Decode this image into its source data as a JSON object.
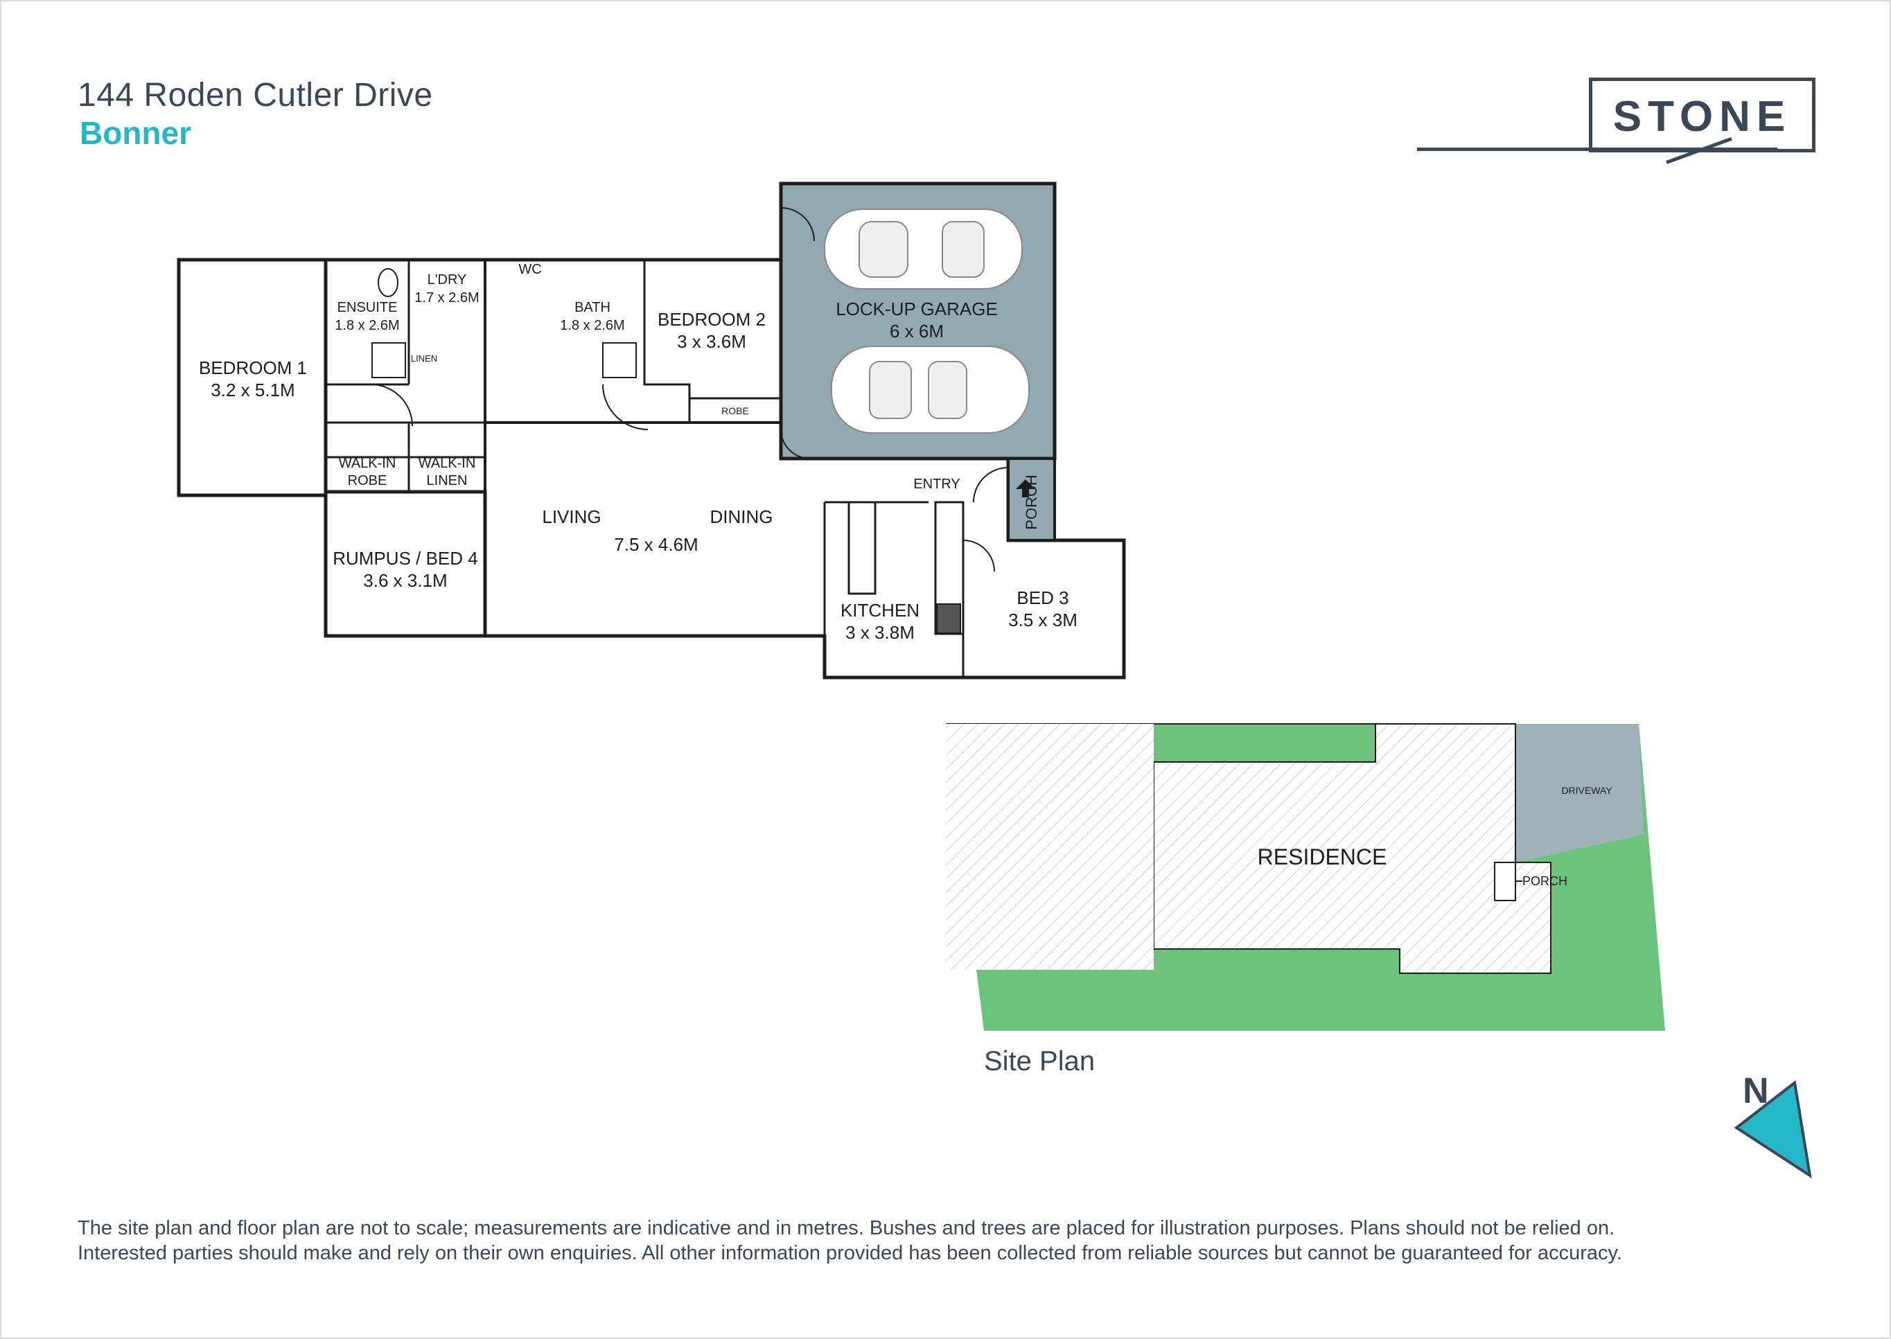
{
  "header": {
    "address": "144 Roden Cutler Drive",
    "suburb": "Bonner"
  },
  "logo": {
    "text": "STONE"
  },
  "floor_plan": {
    "rooms": [
      {
        "name": "BEDROOM 1",
        "size": "3.2 x 5.1M"
      },
      {
        "name": "ENSUITE",
        "size": "1.8 x 2.6M"
      },
      {
        "name": "L'DRY",
        "size": "1.7 x 2.6M"
      },
      {
        "name": "WC",
        "size": ""
      },
      {
        "name": "BATH",
        "size": "1.8 x 2.6M"
      },
      {
        "name": "BEDROOM 2",
        "size": "3 x 3.6M"
      },
      {
        "name": "LOCK-UP GARAGE",
        "size": "6 x 6M"
      },
      {
        "name": "WALK-IN ROBE",
        "size": ""
      },
      {
        "name": "WALK-IN LINEN",
        "size": ""
      },
      {
        "name": "LIVING",
        "size": ""
      },
      {
        "name": "DINING",
        "size": "7.5 x 4.6M"
      },
      {
        "name": "ENTRY",
        "size": ""
      },
      {
        "name": "PORCH",
        "size": ""
      },
      {
        "name": "RUMPUS / BED 4",
        "size": "3.6 x 3.1M"
      },
      {
        "name": "KITCHEN",
        "size": "3 x 3.8M"
      },
      {
        "name": "BED 3",
        "size": "3.5 x 3M"
      }
    ],
    "small_labels": {
      "linen": "LINEN",
      "robe": "ROBE"
    }
  },
  "site_plan": {
    "title": "Site Plan",
    "residence": "RESIDENCE",
    "driveway": "DRIVEWAY",
    "porch": "PORCH"
  },
  "compass": {
    "letter": "N"
  },
  "disclaimer": {
    "line1": "The site plan and floor plan are not to scale; measurements are indicative and in metres. Bushes and trees are placed for illustration purposes. Plans should not be relied on.",
    "line2": "Interested parties should make and rely on their own enquiries. All other information provided has been collected from reliable sources but cannot be guaranteed for accuracy."
  },
  "colors": {
    "accent": "#23b7c7",
    "text_dark": "#3a4756",
    "garage_fill": "#93a9b1",
    "lawn_green": "#6cc37c",
    "driveway_grey": "#9fb2ba"
  }
}
